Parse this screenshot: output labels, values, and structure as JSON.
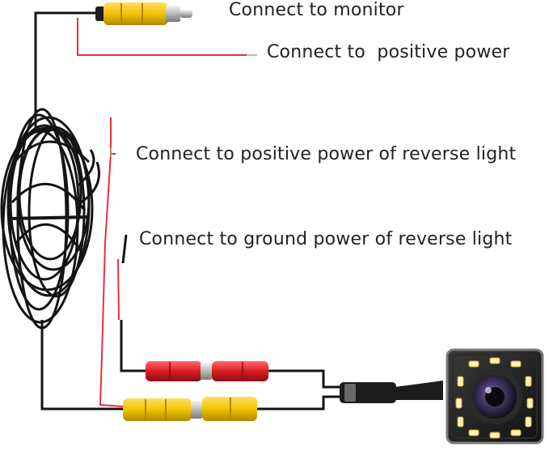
{
  "labels": {
    "monitor": "Connect to monitor",
    "positive_power": "Connect to  positive power",
    "reverse_light_positive": "Connect to positive power of reverse light",
    "reverse_light_ground": "Connect to ground power of reverse light"
  },
  "colors": {
    "cable": "#141414",
    "red_wire": "#e8303a",
    "yellow_plug": "#f2c200",
    "red_plug": "#d81c24",
    "metal": "#c8c8c8",
    "camera_body": "#1c1c1c",
    "led": "#fff3b0",
    "lens": "#4a3a6a"
  },
  "icons": {
    "rca_yellow": "yellow-rca-plug-icon",
    "rca_red": "red-rca-plug-icon",
    "camera": "backup-camera-icon"
  }
}
